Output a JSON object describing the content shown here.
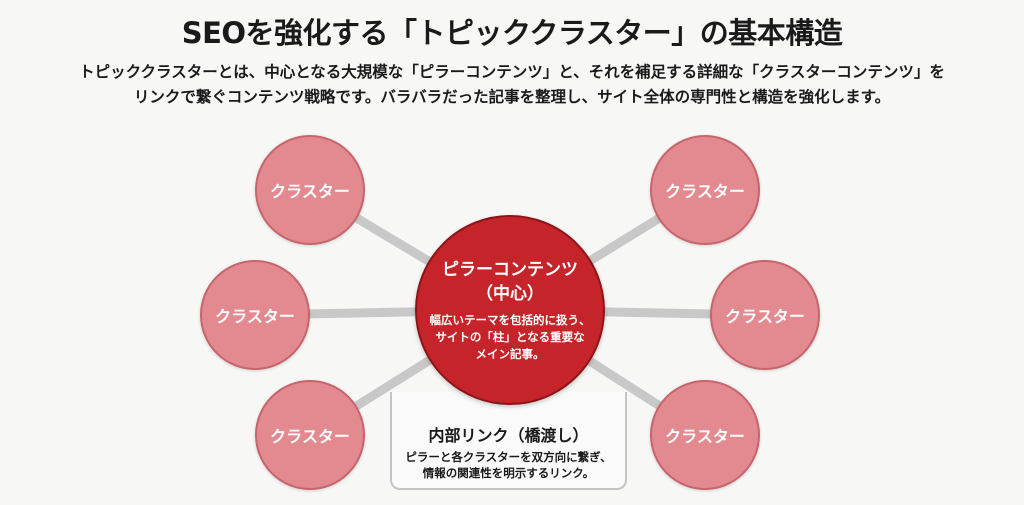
{
  "header": {
    "title": "SEOを強化する「トピッククラスター」の基本構造",
    "description_line1": "トピッククラスターとは、中心となる大規模な「ピラーコンテンツ」と、それを補足する詳細な「クラスターコンテンツ」を",
    "description_line2": "リンクで繋ぐコンテンツ戦略です。バラバラだった記事を整理し、サイト全体の専門性と構造を強化します。"
  },
  "pillar": {
    "title": "ピラーコンテンツ",
    "subtitle": "（中心）",
    "description_line1": "幅広いテーマを包括的に扱う、",
    "description_line2": "サイトの「柱」となる重要な",
    "description_line3": "メイン記事。"
  },
  "clusters": [
    {
      "label": "クラスター"
    },
    {
      "label": "クラスター"
    },
    {
      "label": "クラスター"
    },
    {
      "label": "クラスター"
    },
    {
      "label": "クラスター"
    },
    {
      "label": "クラスター"
    }
  ],
  "internal_link": {
    "title": "内部リンク（橋渡し）",
    "description_line1": "ピラーと各クラスターを双方向に繋ぎ、",
    "description_line2": "情報の関連性を明示するリンク。"
  },
  "colors": {
    "pillar": "#c5252a",
    "cluster": "#e28a90",
    "connector": "#c8c8c8"
  }
}
